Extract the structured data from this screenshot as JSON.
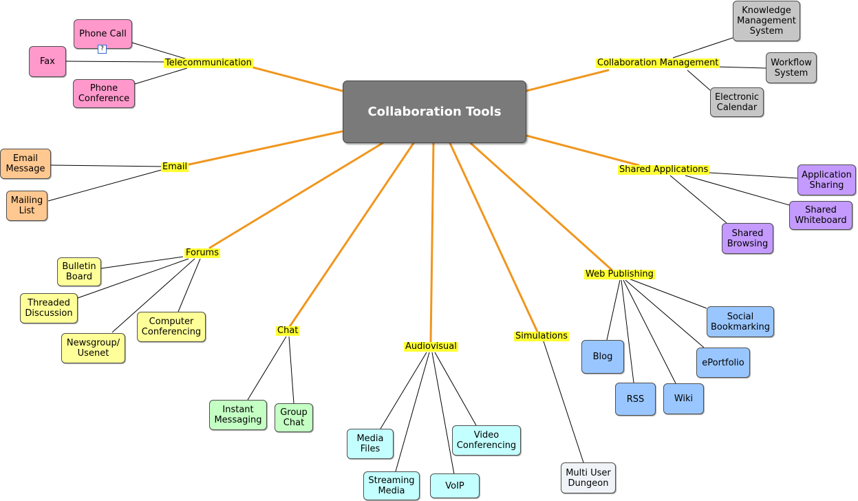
{
  "center": {
    "label": "Collaboration Tools"
  },
  "colors": {
    "branch": "#f0961e",
    "leaf_line": "#000000",
    "center_fill": "#7a7a7a",
    "topic_fill": "#ffff33",
    "telecom": "#ff99cc",
    "email": "#ffc890",
    "forums": "#ffff99",
    "chat": "#c4ffc4",
    "audiovisual": "#c4ffff",
    "simulations": "#f0f4f8",
    "web": "#99c6ff",
    "shared": "#c49aff",
    "management": "#c6c6c6"
  },
  "topics": {
    "telecommunication": "Telecommunication",
    "email": "Email",
    "forums": "Forums",
    "chat": "Chat",
    "audiovisual": "Audiovisual",
    "simulations": "Simulations",
    "web_publishing": "Web Publishing",
    "shared_applications": "Shared Applications",
    "collaboration_management": "Collaboration Management"
  },
  "leaves": {
    "phone_call": "Phone Call",
    "fax": "Fax",
    "phone_conference": "Phone\nConference",
    "email_message": "Email\nMessage",
    "mailing_list": "Mailing\nList",
    "bulletin_board": "Bulletin\nBoard",
    "threaded_discussion": "Threaded\nDiscussion",
    "newsgroup_usenet": "Newsgroup/\nUsenet",
    "computer_conferencing": "Computer\nConferencing",
    "instant_messaging": "Instant\nMessaging",
    "group_chat": "Group\nChat",
    "media_files": "Media\nFiles",
    "streaming_media": "Streaming\nMedia",
    "voip": "VoIP",
    "video_conferencing": "Video\nConferencing",
    "multi_user_dungeon": "Multi User\nDungeon",
    "blog": "Blog",
    "rss": "RSS",
    "wiki": "Wiki",
    "eportfolio": "ePortfolio",
    "social_bookmarking": "Social\nBookmarking",
    "application_sharing": "Application\nSharing",
    "shared_whiteboard": "Shared\nWhiteboard",
    "shared_browsing": "Shared\nBrowsing",
    "knowledge_management_system": "Knowledge\nManagement\nSystem",
    "workflow_system": "Workflow\nSystem",
    "electronic_calendar": "Electronic\nCalendar"
  },
  "icons": {
    "note": "note-icon"
  }
}
